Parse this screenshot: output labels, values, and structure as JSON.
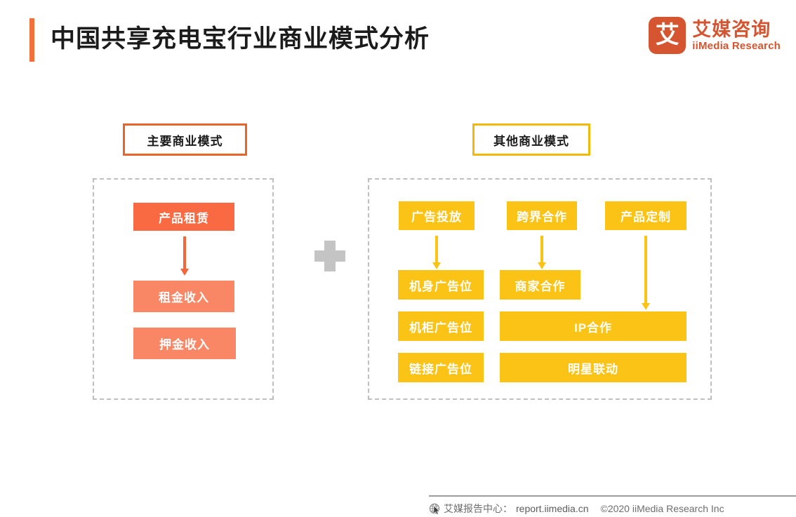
{
  "header": {
    "title": "中国共享充电宝行业商业模式分析",
    "accent_color": "#F4703A",
    "logo": {
      "mark_char": "艾",
      "name_cn": "艾媒咨询",
      "name_en": "iiMedia Research",
      "brand_color": "#D4552F"
    }
  },
  "diagram": {
    "left_section": {
      "caption": "主要商业模式",
      "caption_border_color": "#E8652A",
      "boxes": [
        {
          "label": "产品租赁",
          "color": "#F96A42"
        },
        {
          "label": "租金收入",
          "color": "#F98765"
        },
        {
          "label": "押金收入",
          "color": "#F98765"
        }
      ],
      "arrow_color": "#F4653B"
    },
    "connector": {
      "symbol": "plus",
      "color": "#C4C4C4"
    },
    "right_section": {
      "caption": "其他商业模式",
      "caption_border_color": "#F0B90B",
      "accent_color": "#FBC316",
      "columns": [
        {
          "head": "广告投放",
          "items": [
            "机身广告位",
            "机柜广告位",
            "链接广告位"
          ]
        },
        {
          "head": "跨界合作",
          "items": [
            "商家合作",
            "IP合作",
            "明星联动"
          ]
        },
        {
          "head": "产品定制",
          "items": []
        }
      ]
    }
  },
  "footer": {
    "globe_icon": "globe-icon",
    "cursor_icon": "mouse-cursor-icon",
    "source_label": "艾媒报告中心：",
    "site": "report.iimedia.cn",
    "copyright": "©2020  iiMedia Research  Inc"
  }
}
